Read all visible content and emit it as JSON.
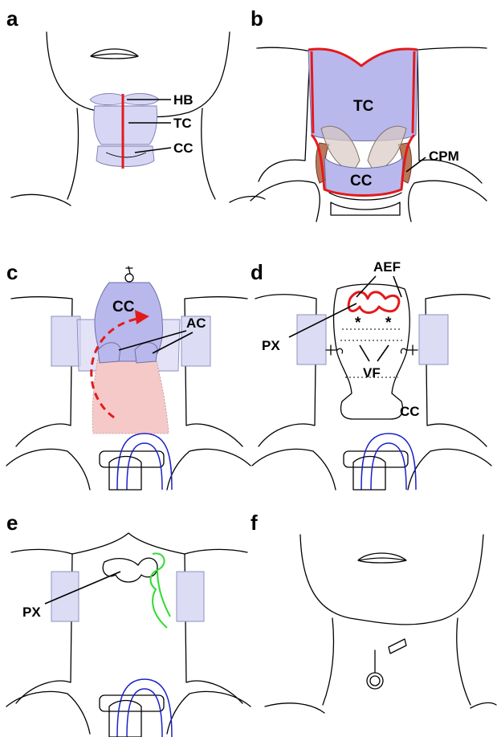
{
  "panels": {
    "a": {
      "letter": "a",
      "labels": {
        "hb": "HB",
        "tc": "TC",
        "cc": "CC"
      }
    },
    "b": {
      "letter": "b",
      "labels": {
        "tc": "TC",
        "cc": "CC",
        "cpm": "CPM"
      }
    },
    "c": {
      "letter": "c",
      "labels": {
        "cc": "CC",
        "ac": "AC"
      }
    },
    "d": {
      "letter": "d",
      "labels": {
        "aef": "AEF",
        "px": "PX",
        "vf": "VF",
        "cc": "CC",
        "star1": "*",
        "star2": "*"
      }
    },
    "e": {
      "letter": "e",
      "labels": {
        "px": "PX"
      }
    },
    "f": {
      "letter": "f"
    }
  },
  "colors": {
    "incision_red": "#e31a1c",
    "cartilage_lavender": "#b9b8ec",
    "mucosa_pink": "#f6c9c9",
    "muscle_brown": "#b9785a",
    "tube_blue": "#1c22c8",
    "suture_green": "#2ddc2d"
  }
}
